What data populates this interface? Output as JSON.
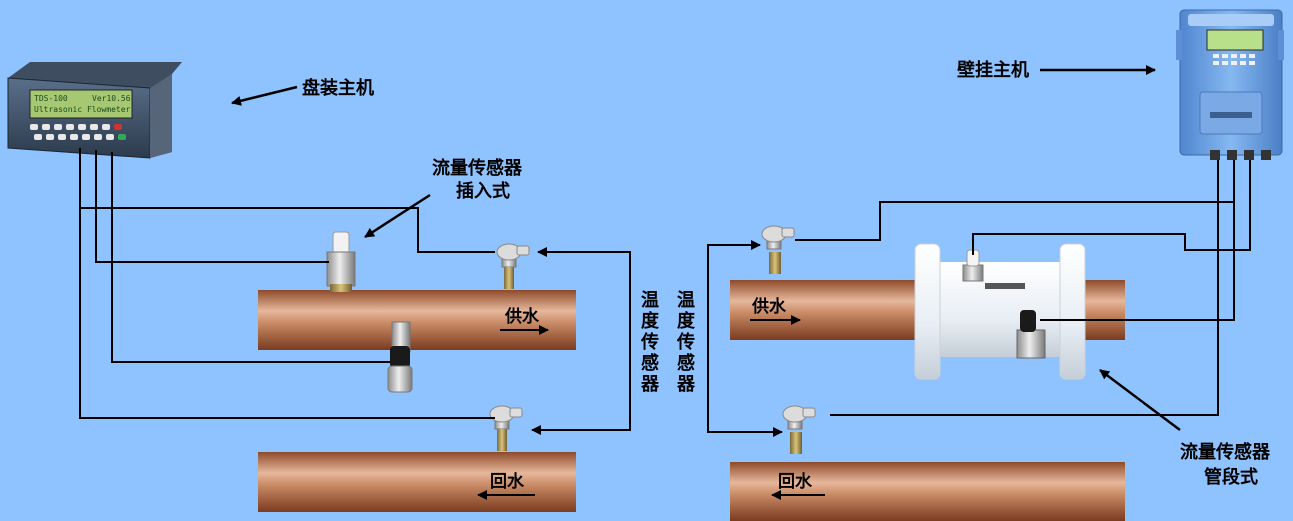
{
  "labels": {
    "panel_host": "盘装主机",
    "wall_host": "壁挂主机",
    "insert_sensor_line1": "流量传感器",
    "insert_sensor_line2": "插入式",
    "pipe_sensor_line1": "流量传感器",
    "pipe_sensor_line2": "管段式",
    "temp_sensor_left": "温度传感器",
    "temp_sensor_right": "温度传感器"
  },
  "pipes": {
    "supply_left": "供水",
    "return_left": "回水",
    "supply_right": "供水",
    "return_right": "回水"
  },
  "panel_display": {
    "line1_left": "TDS-100",
    "line1_right": "Ver10.56",
    "line2": "Ultrasonic Flowmeter"
  },
  "colors": {
    "background": "#8fc3ff",
    "pipe": "#b8734e",
    "wire": "#000000",
    "wall_unit": "#6aa2e6"
  }
}
